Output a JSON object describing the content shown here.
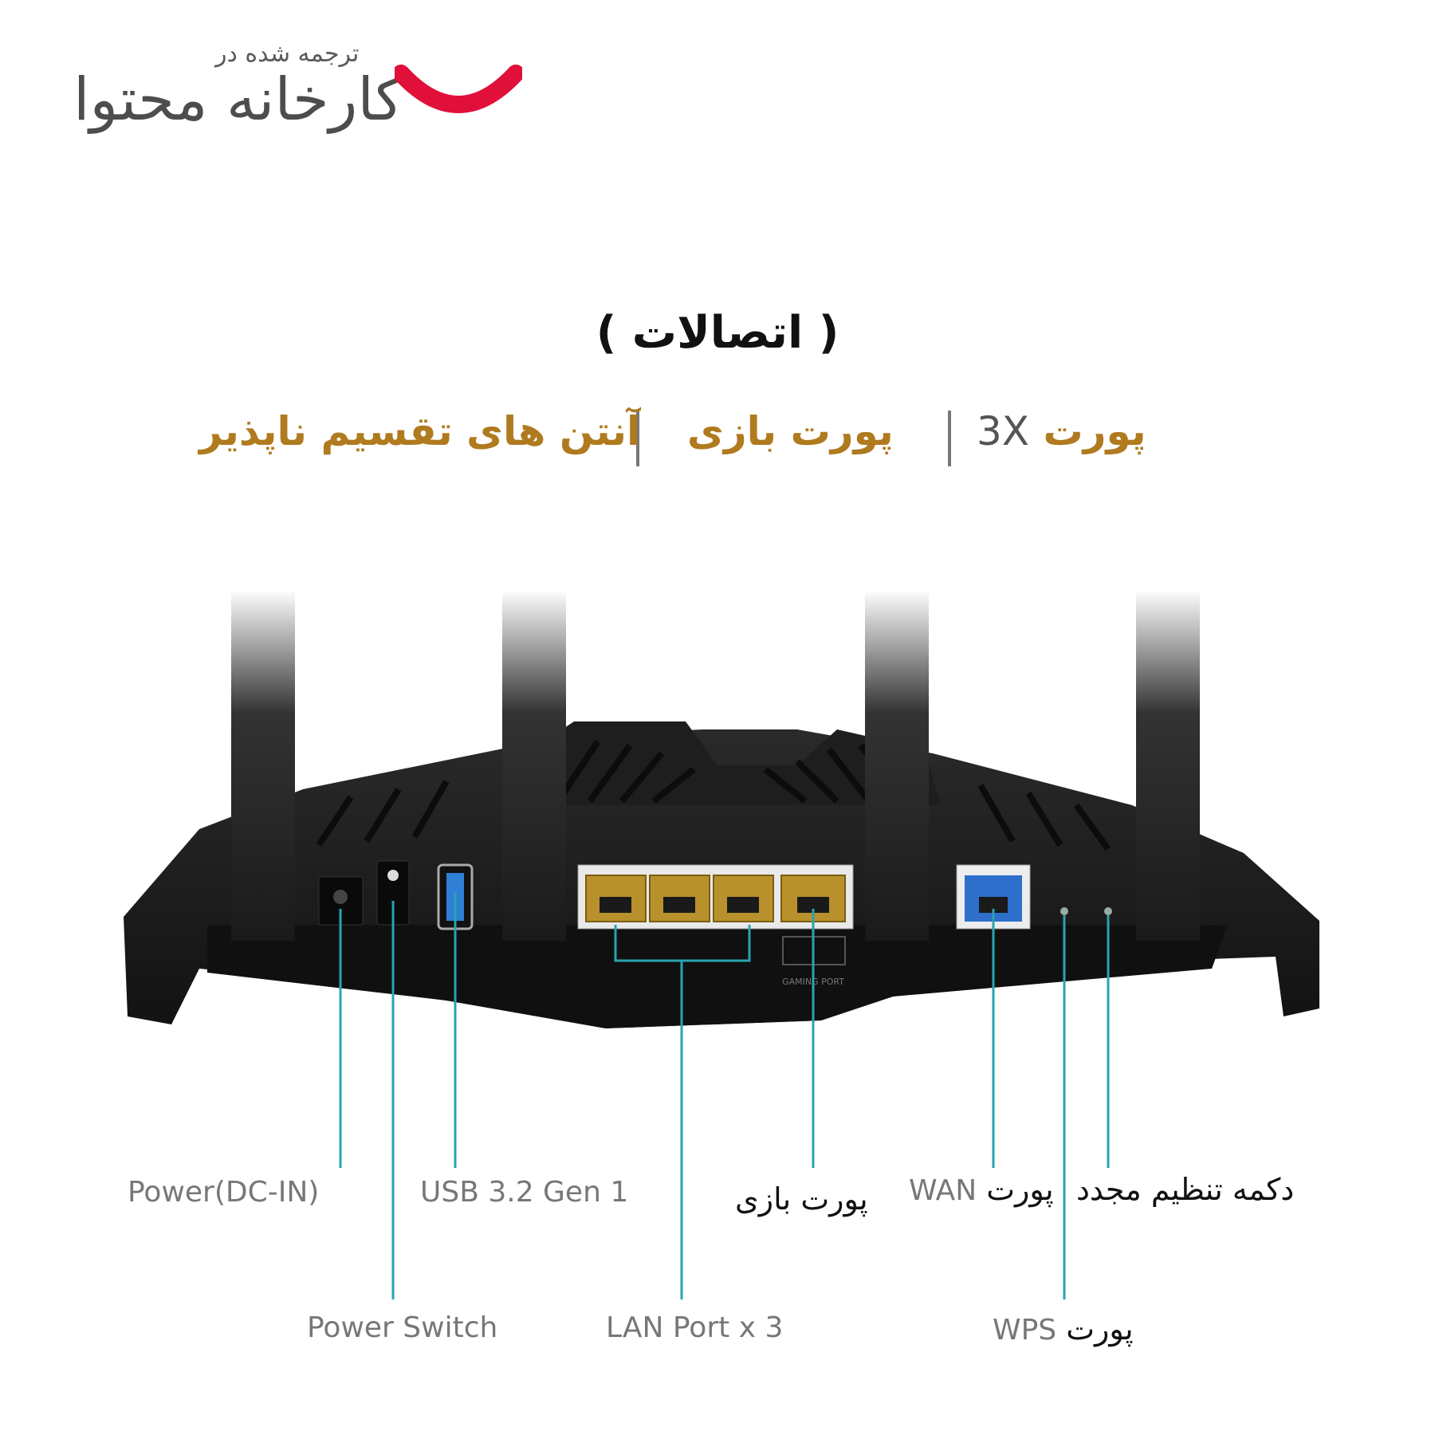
{
  "logo": {
    "subtitle": "ترجمه شده در",
    "name": "کارخانه محتوا",
    "mark_color": "#e0103a"
  },
  "title": "( اتصالات )",
  "features": [
    {
      "label_fa": "پورت",
      "label_en": "3X"
    },
    {
      "label_fa": "پورت بازی"
    },
    {
      "label_fa": "آنتن های تقسیم ناپذیر"
    }
  ],
  "feature_color": "#b07a1f",
  "callout_color": "#2aa3b0",
  "callouts": {
    "power_dc_in": "Power(DC-IN)",
    "power_switch": "Power Switch",
    "usb": "USB 3.2 Gen 1",
    "lan": "LAN Port x 3",
    "gaming_port": "پورت بازی",
    "wan": {
      "fa": "پورت",
      "en": "WAN"
    },
    "wps": {
      "fa": "پورت",
      "en": "WPS"
    },
    "reset": "دکمه تنظیم مجدد"
  },
  "router_labels": {
    "gaming_port_small": "GAMING PORT"
  }
}
